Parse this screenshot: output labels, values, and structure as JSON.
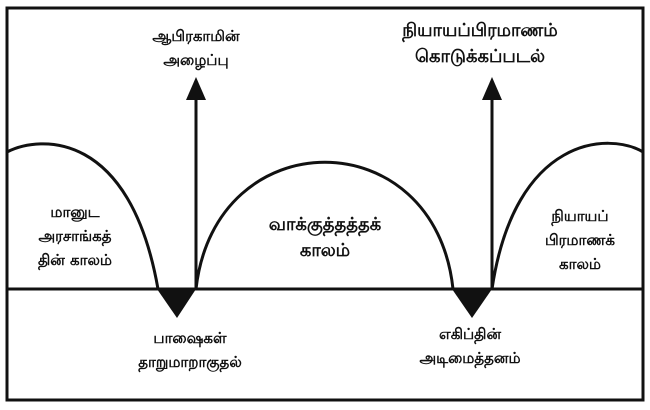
{
  "events_top": {
    "abraham_call": [
      "ஆபிரகாமின்",
      "அழைப்பு"
    ],
    "law_given": [
      "நியாயப்பிரமாணம்",
      "கொடுக்கப்படல்"
    ]
  },
  "periods": {
    "human_government": [
      "மானுட",
      "அரசாங்கத்",
      "தின் காலம்"
    ],
    "promise": [
      "வாக்குத்தத்தக்",
      "காலம்"
    ],
    "law": [
      "நியாயப்",
      "பிரமாணக்",
      "காலம்"
    ]
  },
  "events_bottom": {
    "tower_babel": [
      "பாஷைகள்",
      "தாறுமாறாகுதல்"
    ],
    "egypt_bondage": [
      "எகிப்தின்",
      "அடிமைத்தனம்"
    ]
  },
  "colors": {
    "ink": "#111111",
    "background": "#ffffff"
  }
}
